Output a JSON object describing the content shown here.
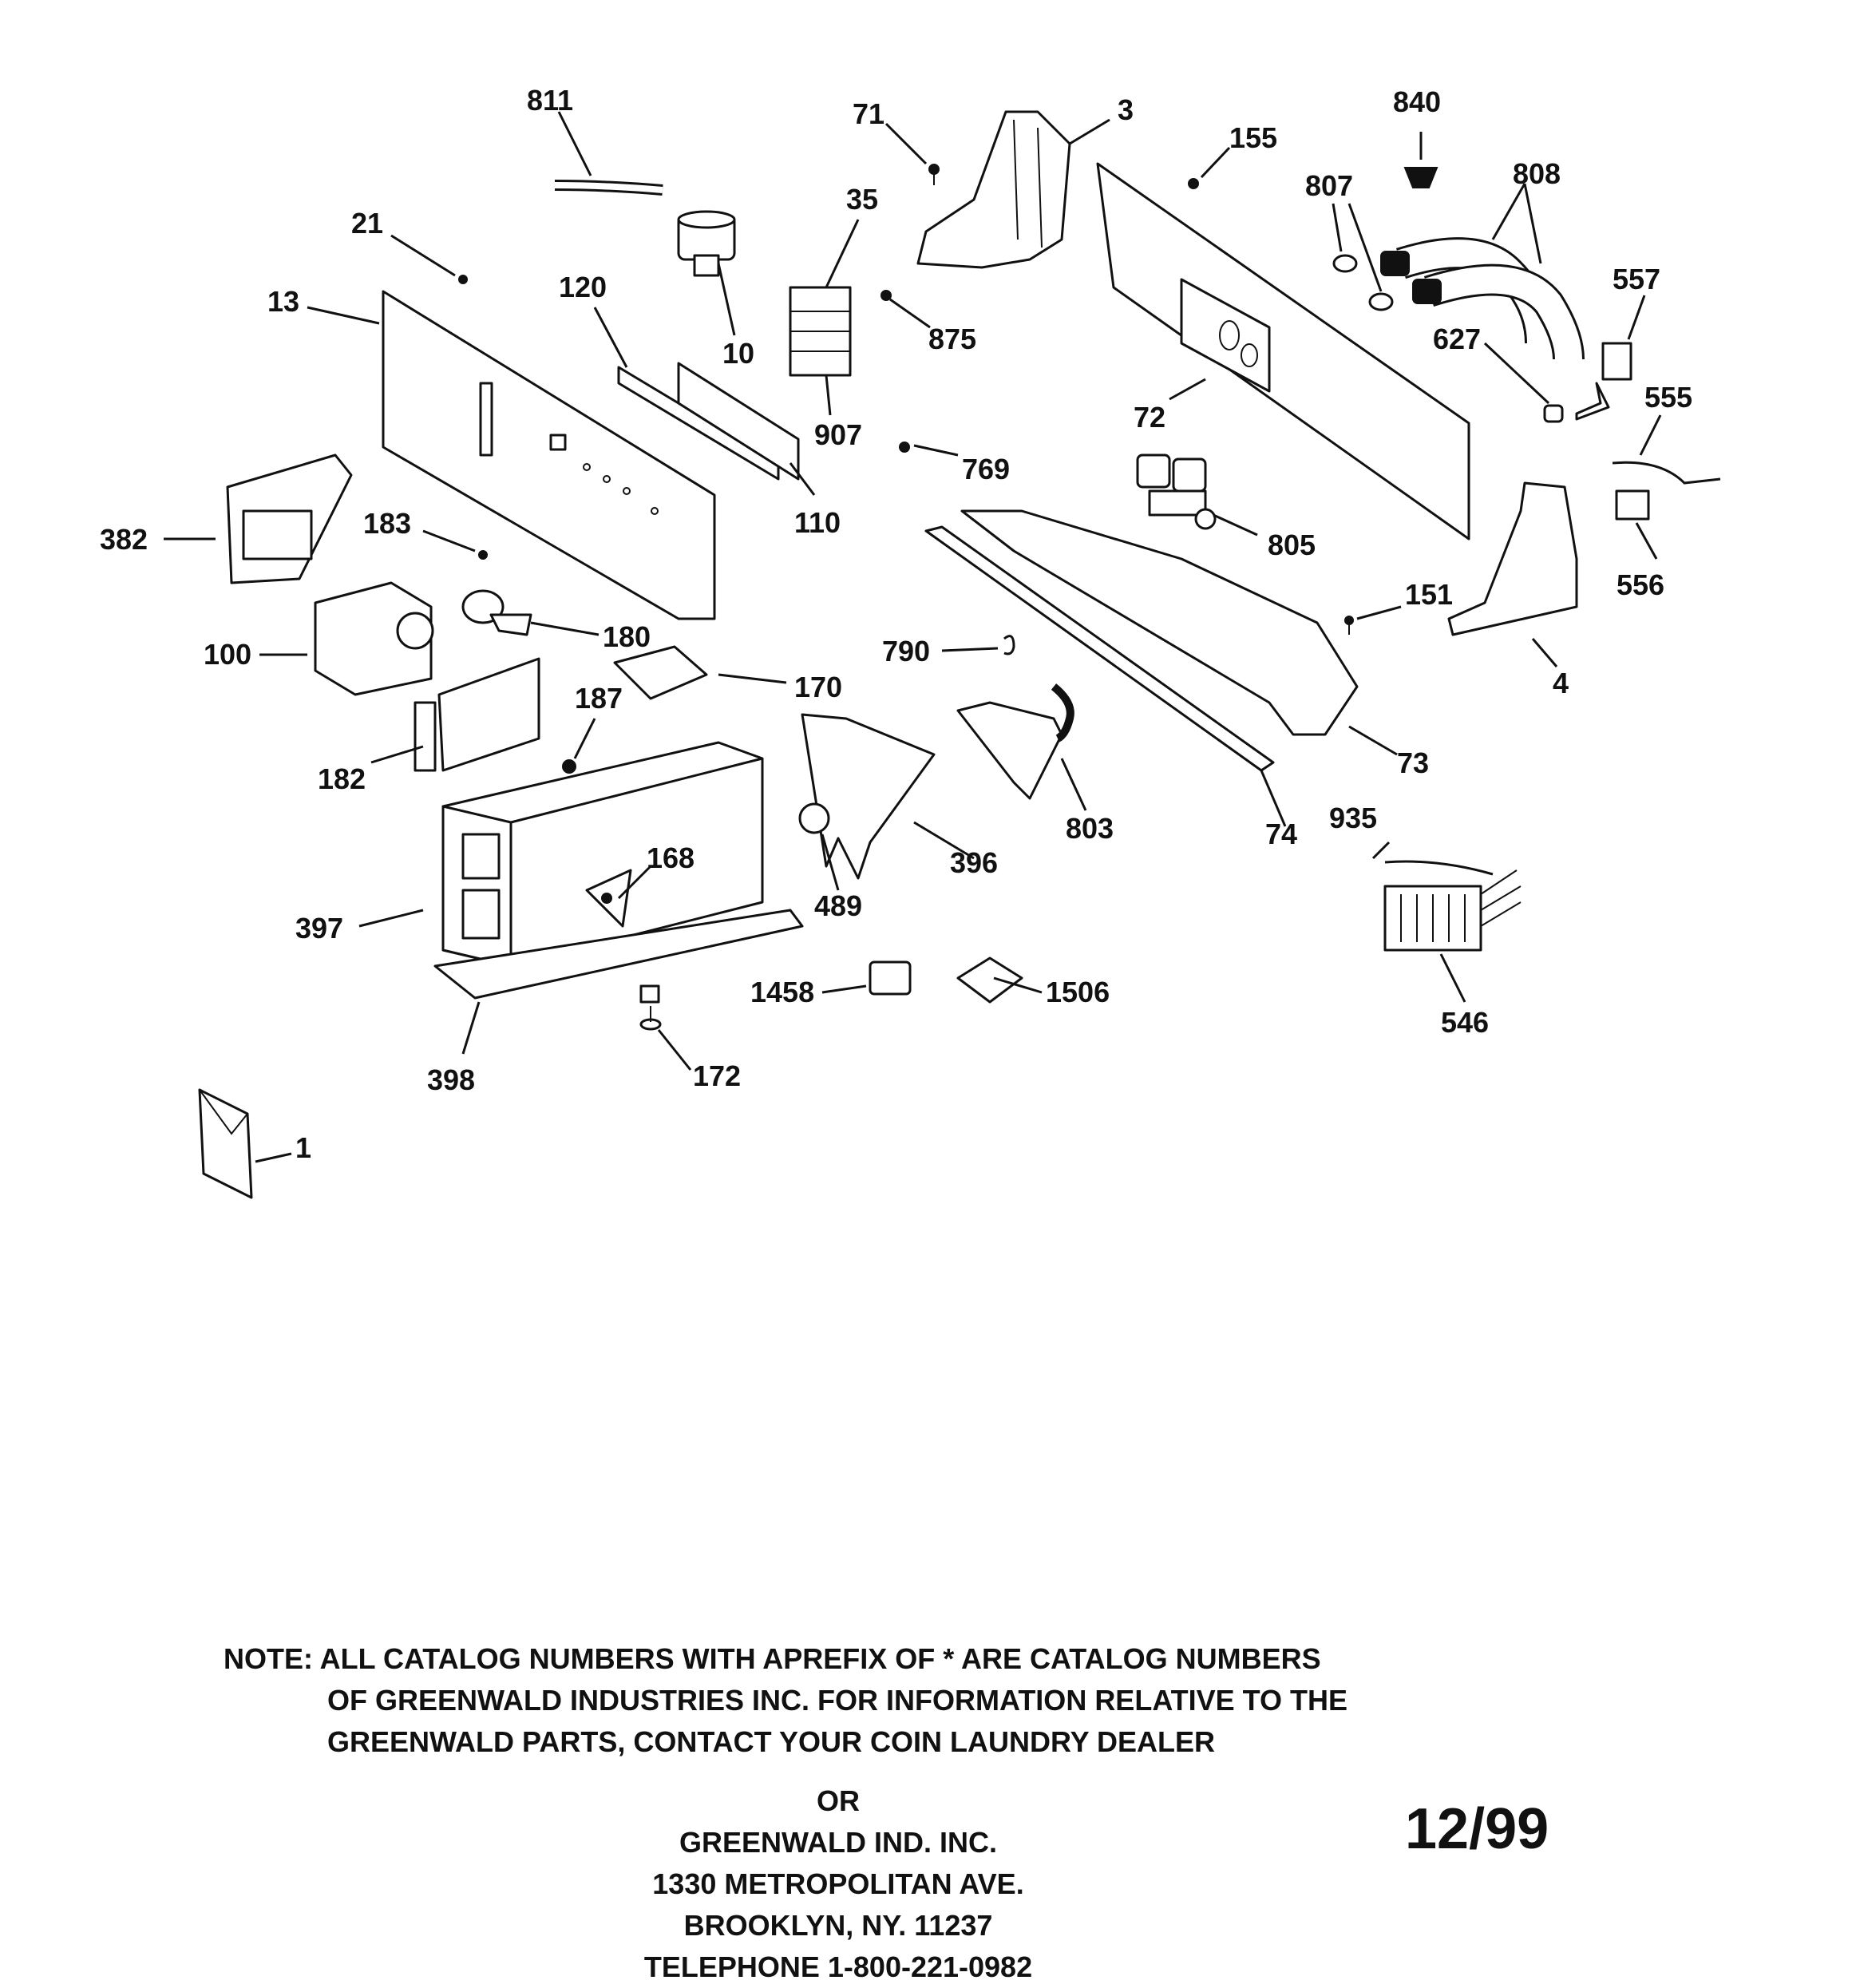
{
  "labels": {
    "p811": "811",
    "p71": "71",
    "p3": "3",
    "p155": "155",
    "p840": "840",
    "p807": "807",
    "p808": "808",
    "p21": "21",
    "p35": "35",
    "p13": "13",
    "p120": "120",
    "p10": "10",
    "p875": "875",
    "p557": "557",
    "p627": "627",
    "p72": "72",
    "p907": "907",
    "p555": "555",
    "p769": "769",
    "p110": "110",
    "p382": "382",
    "p183": "183",
    "p805": "805",
    "p556": "556",
    "p151": "151",
    "p100": "100",
    "p180": "180",
    "p790": "790",
    "p170": "170",
    "p4": "4",
    "p187": "187",
    "p182": "182",
    "p73": "73",
    "p803": "803",
    "p74": "74",
    "p396": "396",
    "p935": "935",
    "p168": "168",
    "p397": "397",
    "p489": "489",
    "p1458": "1458",
    "p1506": "1506",
    "p546": "546",
    "p398": "398",
    "p172": "172",
    "p1": "1"
  },
  "note": {
    "line1": "NOTE: ALL CATALOG NUMBERS WITH APREFIX OF * ARE CATALOG NUMBERS",
    "line2": "OF GREENWALD INDUSTRIES INC. FOR INFORMATION RELATIVE TO THE",
    "line3": "GREENWALD PARTS, CONTACT YOUR COIN LAUNDRY DEALER"
  },
  "address": {
    "or": "OR",
    "company": "GREENWALD IND. INC.",
    "street": "1330 METROPOLITAN AVE.",
    "city": "BROOKLYN, NY. 11237",
    "phone": "TELEPHONE 1-800-221-0982"
  },
  "date_code": "12/99"
}
